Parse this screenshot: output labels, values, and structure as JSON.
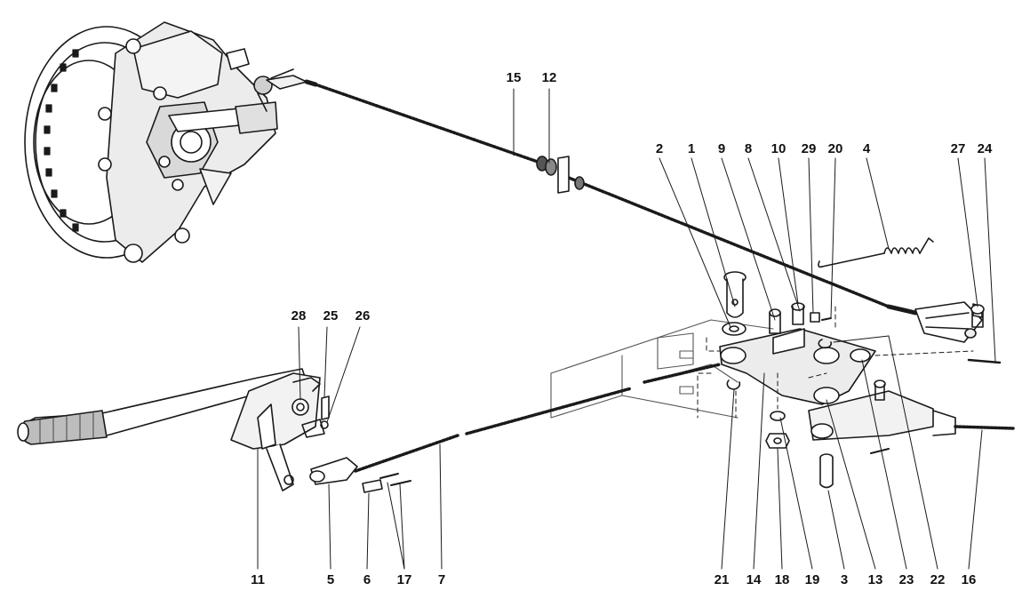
{
  "callouts": {
    "c15": "15",
    "c12": "12",
    "c2": "2",
    "c1": "1",
    "c9": "9",
    "c8": "8",
    "c10": "10",
    "c29": "29",
    "c20": "20",
    "c4": "4",
    "c27": "27",
    "c24": "24",
    "c28": "28",
    "c25": "25",
    "c26": "26",
    "c11": "11",
    "c5": "5",
    "c6": "6",
    "c17": "17",
    "c7": "7",
    "c21": "21",
    "c14": "14",
    "c18": "18",
    "c19": "19",
    "c3": "3",
    "c13": "13",
    "c23": "23",
    "c22": "22",
    "c16": "16"
  },
  "colors": {
    "ink": "#1a1a1a",
    "fill_light": "#e6e6e6",
    "fill_mid": "#bdbdbd",
    "paper": "#ffffff"
  }
}
